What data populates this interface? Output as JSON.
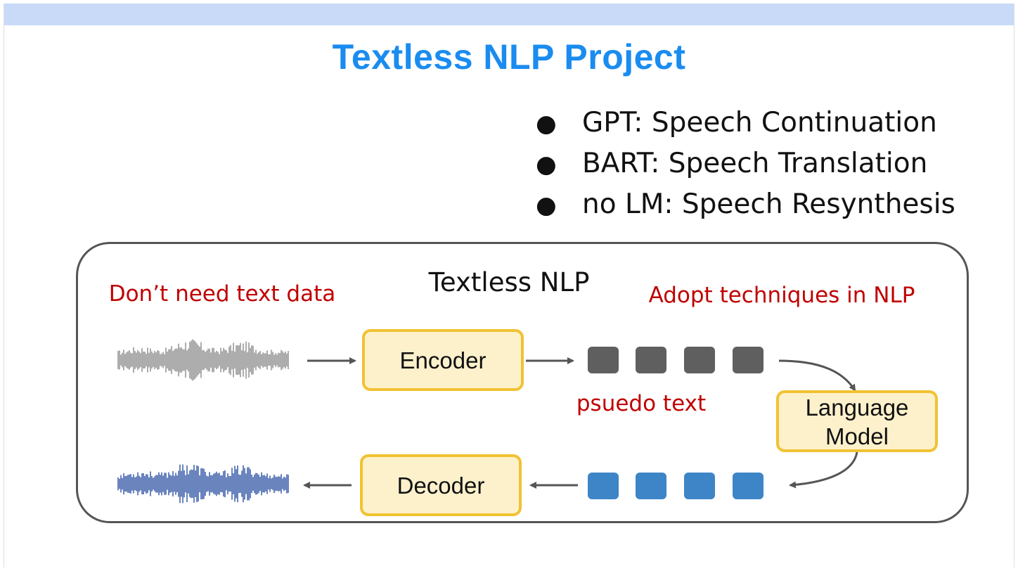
{
  "title": "Textless NLP Project",
  "bullets": [
    {
      "symbol": "●",
      "text": "GPT: Speech Continuation"
    },
    {
      "symbol": "●",
      "text": "BART: Speech Translation"
    },
    {
      "symbol": "●",
      "text": "no LM: Speech Resynthesis"
    }
  ],
  "diagram": {
    "heading": "Textless NLP",
    "note_left": "Don’t need text data",
    "note_right": "Adopt techniques in NLP",
    "encoder": "Encoder",
    "decoder": "Decoder",
    "language_model_line1": "Language",
    "language_model_line2": "Model",
    "pseudo_text": "psuedo text"
  },
  "colors": {
    "title": "#1a8cf0",
    "top_band": "#c9daf8",
    "note_red": "#c00000",
    "box_fill": "#fdf1cc",
    "box_border": "#f1c232",
    "token_gray": "#5f5f5f",
    "token_blue": "#3d85c6",
    "wave_gray": "#8a8a8a",
    "wave_blue": "#2b4fa3",
    "arrow": "#555555"
  }
}
